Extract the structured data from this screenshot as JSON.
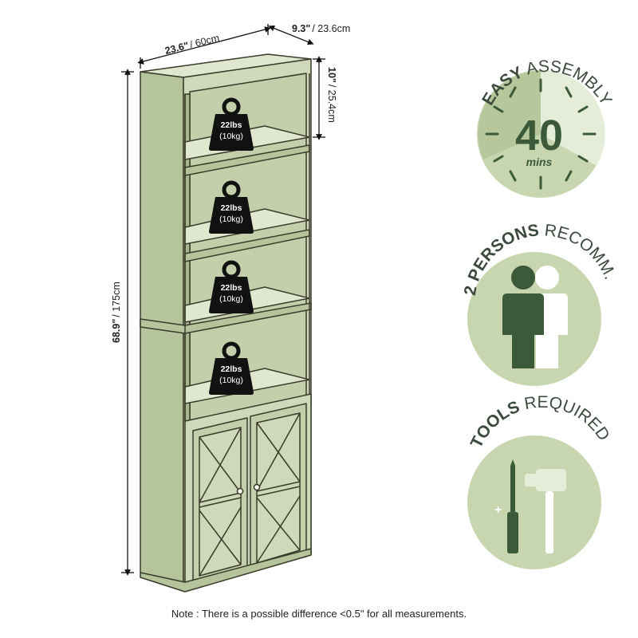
{
  "colors": {
    "cabinet": "#cdd9b8",
    "cabinet_edge": "#3a3a2a",
    "badge_bg": "#c8d6b0",
    "badge_light": "#e5ecd8",
    "dark_green": "#3a5a3a",
    "weight_icon": "#111111"
  },
  "dimensions": {
    "width_in": "23.6\"",
    "width_cm": "/ 60cm",
    "depth_in": "9.3\"",
    "depth_cm": "/ 23.6cm",
    "height_in": "68.9\"",
    "height_cm": "/ 175cm",
    "shelf_in": "10\"",
    "shelf_cm": "/ 25.4cm"
  },
  "weights": [
    {
      "lbs": "22lbs",
      "kg": "(10kg)"
    },
    {
      "lbs": "22lbs",
      "kg": "(10kg)"
    },
    {
      "lbs": "22lbs",
      "kg": "(10kg)"
    },
    {
      "lbs": "22lbs",
      "kg": "(10kg)"
    }
  ],
  "badges": {
    "assembly": {
      "bold": "EASY",
      "light": "ASSEMBLY",
      "number": "40",
      "unit": "mins",
      "icon": "clock-icon"
    },
    "persons": {
      "bold": "2 PERSONS",
      "light": "RECOMM.",
      "icon": "two-persons-icon"
    },
    "tools": {
      "bold": "TOOLS",
      "light": "REQUIRED",
      "icon": "screwdriver-hammer-icon"
    }
  },
  "note": "Note : There is a possible difference <0.5\" for all measurements."
}
